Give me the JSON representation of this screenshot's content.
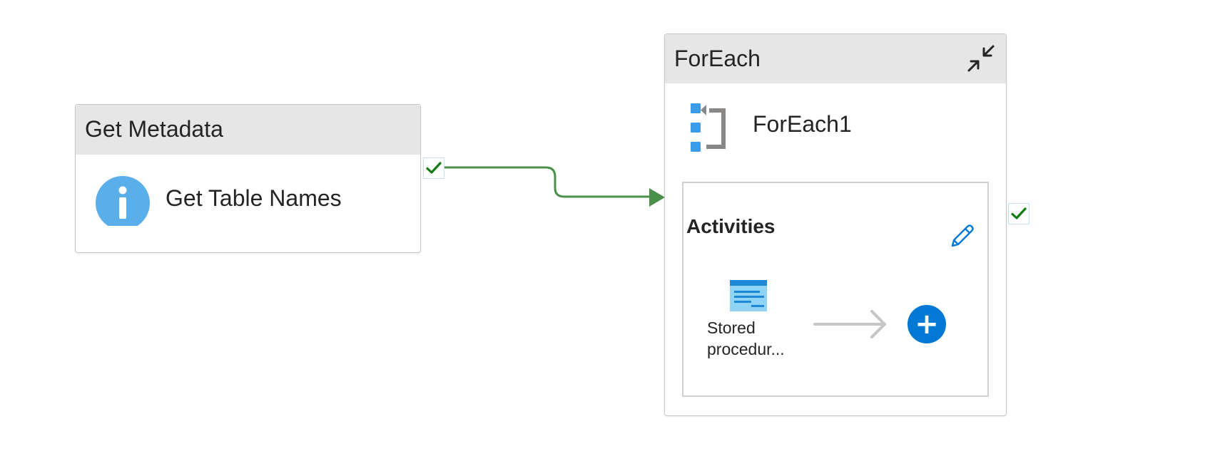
{
  "get_metadata": {
    "type_label": "Get Metadata",
    "name": "Get Table Names",
    "icon": "info-icon",
    "status": "succeeded"
  },
  "foreach": {
    "type_label": "ForEach",
    "name": "ForEach1",
    "icon": "foreach-icon",
    "status": "succeeded",
    "activities": {
      "title": "Activities",
      "items": [
        {
          "label": "Stored procedur...",
          "icon": "stored-procedure-icon"
        }
      ],
      "add_symbol": "+"
    }
  },
  "colors": {
    "success_connector": "#4a8f4a",
    "check_green": "#107c10",
    "accent_blue": "#0078d4",
    "header_gray": "#e6e6e6",
    "border_gray": "#c8c6c4",
    "inner_arrow_gray": "#c8c6c4"
  }
}
